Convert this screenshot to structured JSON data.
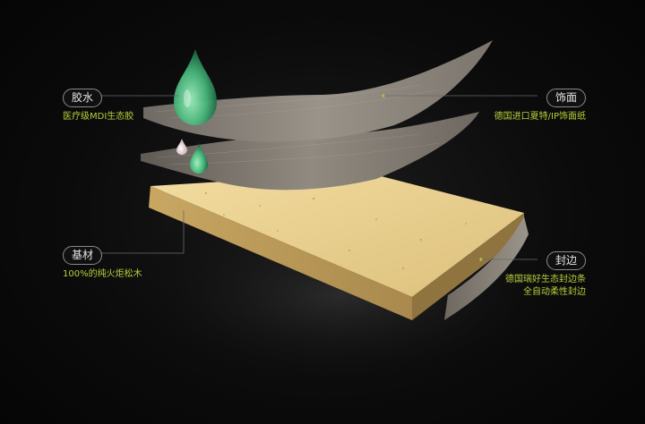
{
  "callouts": {
    "glue": {
      "title": "胶水",
      "desc": "医疗级MDI生态胶"
    },
    "veneer": {
      "title": "饰面",
      "desc": "德国进口夏特/IP饰面纸"
    },
    "substrate": {
      "title": "基材",
      "desc": "100%的纯火炬松木"
    },
    "edge": {
      "title": "封边",
      "desc_line1": "德国瑞好生态封边条",
      "desc_line2": "全自动柔性封边"
    }
  },
  "colors": {
    "label_accent": "#b8cf3c",
    "pill_border": "#8a8a8a",
    "board": "#e8cf8f",
    "veneer_sheet": "#8c857b",
    "droplet": "#4fbf84"
  }
}
